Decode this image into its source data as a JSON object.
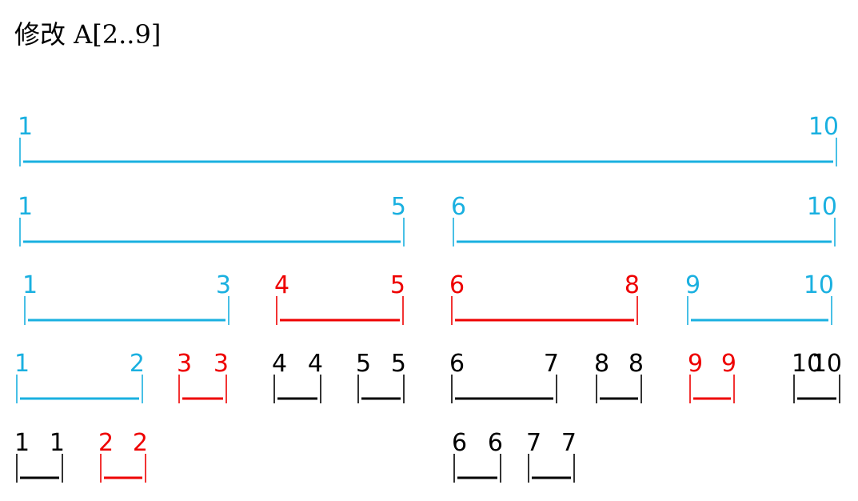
{
  "title": "修改 A[2..9]",
  "colors": {
    "blue": "#1ab0e0",
    "red": "#ee0000",
    "black": "#000000"
  },
  "levels": [
    [
      {
        "l": "1",
        "r": "10",
        "color": "blue"
      }
    ],
    [
      {
        "l": "1",
        "r": "5",
        "color": "blue"
      },
      {
        "l": "6",
        "r": "10",
        "color": "blue"
      }
    ],
    [
      {
        "l": "1",
        "r": "3",
        "color": "blue"
      },
      {
        "l": "4",
        "r": "5",
        "color": "red"
      },
      {
        "l": "6",
        "r": "8",
        "color": "red"
      },
      {
        "l": "9",
        "r": "10",
        "color": "blue"
      }
    ],
    [
      {
        "l": "1",
        "r": "2",
        "color": "blue"
      },
      {
        "l": "3",
        "r": "3",
        "color": "red"
      },
      {
        "l": "4",
        "r": "4",
        "color": "black"
      },
      {
        "l": "5",
        "r": "5",
        "color": "black"
      },
      {
        "l": "6",
        "r": "7",
        "color": "black"
      },
      {
        "l": "8",
        "r": "8",
        "color": "black"
      },
      {
        "l": "9",
        "r": "9",
        "color": "red"
      },
      {
        "l": "10",
        "r": "10",
        "color": "black"
      }
    ],
    [
      {
        "l": "1",
        "r": "1",
        "color": "black"
      },
      {
        "l": "2",
        "r": "2",
        "color": "red"
      },
      {
        "l": "6",
        "r": "6",
        "color": "black"
      },
      {
        "l": "7",
        "r": "7",
        "color": "black"
      }
    ]
  ]
}
